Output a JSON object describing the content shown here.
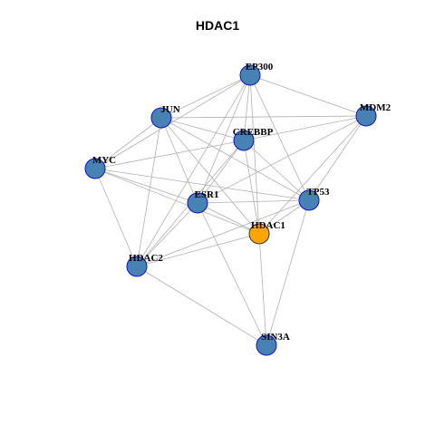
{
  "title": "HDAC1",
  "colors": {
    "node_fill": "#4682B4",
    "node_stroke": "#1010CC",
    "focus_fill": "#FFA500",
    "focus_stroke": "#333333",
    "edge": "#B0B0B0"
  },
  "network": {
    "focus": "HDAC1",
    "nodes": [
      "EP300",
      "JUN",
      "MDM2",
      "CREBBP",
      "MYC",
      "ESR1",
      "TP53",
      "HDAC1",
      "HDAC2",
      "SIN3A"
    ],
    "edges": [
      [
        "EP300",
        "JUN"
      ],
      [
        "EP300",
        "MDM2"
      ],
      [
        "EP300",
        "CREBBP"
      ],
      [
        "EP300",
        "MYC"
      ],
      [
        "EP300",
        "ESR1"
      ],
      [
        "EP300",
        "TP53"
      ],
      [
        "EP300",
        "HDAC1"
      ],
      [
        "EP300",
        "HDAC2"
      ],
      [
        "JUN",
        "MDM2"
      ],
      [
        "JUN",
        "CREBBP"
      ],
      [
        "JUN",
        "MYC"
      ],
      [
        "JUN",
        "ESR1"
      ],
      [
        "JUN",
        "TP53"
      ],
      [
        "JUN",
        "HDAC1"
      ],
      [
        "JUN",
        "HDAC2"
      ],
      [
        "MDM2",
        "CREBBP"
      ],
      [
        "MDM2",
        "ESR1"
      ],
      [
        "MDM2",
        "TP53"
      ],
      [
        "MDM2",
        "HDAC1"
      ],
      [
        "CREBBP",
        "MYC"
      ],
      [
        "CREBBP",
        "ESR1"
      ],
      [
        "CREBBP",
        "TP53"
      ],
      [
        "CREBBP",
        "HDAC1"
      ],
      [
        "CREBBP",
        "HDAC2"
      ],
      [
        "MYC",
        "ESR1"
      ],
      [
        "MYC",
        "TP53"
      ],
      [
        "MYC",
        "HDAC1"
      ],
      [
        "MYC",
        "HDAC2"
      ],
      [
        "ESR1",
        "TP53"
      ],
      [
        "ESR1",
        "HDAC1"
      ],
      [
        "ESR1",
        "HDAC2"
      ],
      [
        "ESR1",
        "SIN3A"
      ],
      [
        "TP53",
        "HDAC1"
      ],
      [
        "TP53",
        "HDAC2"
      ],
      [
        "TP53",
        "SIN3A"
      ],
      [
        "HDAC1",
        "HDAC2"
      ],
      [
        "HDAC1",
        "SIN3A"
      ],
      [
        "HDAC2",
        "SIN3A"
      ]
    ]
  }
}
